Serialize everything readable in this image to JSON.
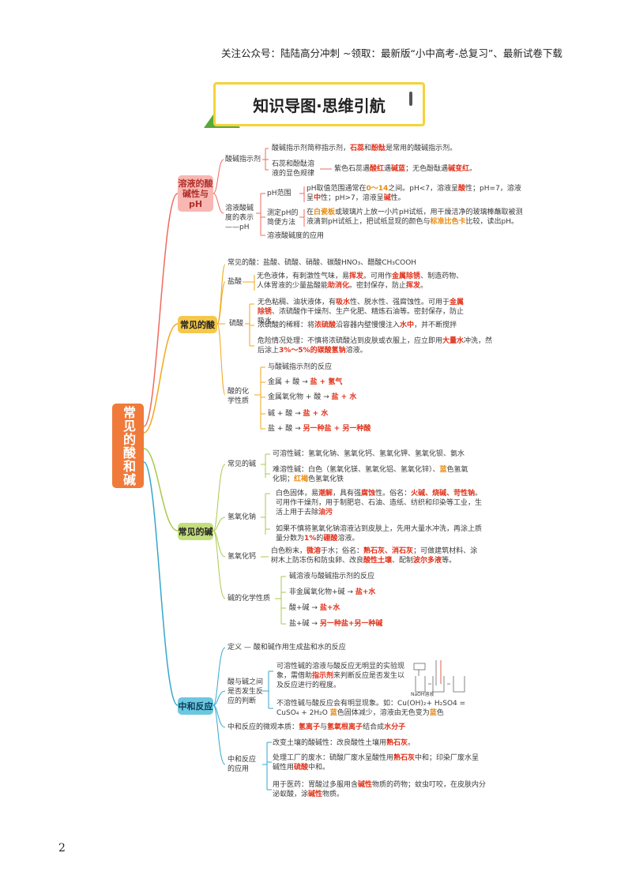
{
  "header": {
    "text": "关注公众号：陆陆高分冲刺  ~领取：最新版“小中高考-总复习”、最新试卷下载"
  },
  "title": "知识导图·思维引航",
  "root": "常见的酸和碱",
  "page_number": "2",
  "colors": {
    "pink": "#f8b7b2",
    "yellow": "#f6c84a",
    "green": "#c4de7d",
    "blue": "#6cc7e0",
    "root": "#f07a3a",
    "highlight_red": "#e1321b"
  },
  "branch1": {
    "label": "溶液的酸碱性与pH",
    "indicator": {
      "label": "酸碱指示剂",
      "line1": "酸碱指示剂简称指示剂，石蕊和酚酞是常用的酸碱指示剂。",
      "sub_label": "石蕊和酚酞溶液的显色规律",
      "sub_text": "紫色石蕊遇酸红遇碱蓝；无色酚酞遇碱变红。"
    },
    "ph": {
      "label": "溶液酸碱度的表示——pH",
      "range_label": "pH范围",
      "range_text": "pH取值范围通常在0～14之间。pH<7，溶液呈酸性；pH=7，溶液呈中性；pH>7，溶液呈碱性。",
      "method_label": "测定pH的简便方法",
      "method_text": "在白瓷板或玻璃片上放一小片pH试纸，用干燥洁净的玻璃棒蘸取被测液滴到pH试纸上，把试纸显现的颜色与标准比色卡比较，读出pH。",
      "application": "溶液酸碱度的应用"
    }
  },
  "branch2": {
    "label": "常见的酸",
    "common": "常见的酸：盐酸、硫酸、硝酸、碳酸HNO₃、醋酸CH₃COOH",
    "hcl_label": "盐酸",
    "hcl_text": "无色液体，有刺激性气味，易挥发。可用作金属除锈、制造药物、人体胃液的少量盐酸能助消化。密封保存，防止挥发。",
    "h2so4_label": "硫酸",
    "h2so4_text": "无色粘稠、油状液体，有吸水性、脱水性、强腐蚀性。可用于金属除锈、浓硫酸作干燥剂、生产化肥、精炼石油等。密封保存，防止吸水。",
    "dilute": "浓硫酸的稀释：将浓硫酸沿容器内壁慢慢注入水中，并不断搅拌",
    "emergency": "危险情况处理：不慎将浓硫酸沾到皮肤或衣服上，应立即用大量水冲洗，然后涂上3%～5%的碳酸氢钠溶液。",
    "props_label": "酸的化学性质",
    "props": [
      "与酸碱指示剂的反应",
      "金属 + 酸 → 盐 + 氢气",
      "金属氧化物 + 酸 → 盐 + 水",
      "碱 + 酸 → 盐 + 水",
      "盐 + 酸 → 另一种盐 + 另一种酸"
    ]
  },
  "branch3": {
    "label": "常见的碱",
    "common_label": "常见的碱",
    "soluble": "可溶性碱：氢氧化钠、氢氧化钙、氢氧化钾、氢氧化钡、氨水",
    "insoluble": "难溶性碱：白色（氢氧化镁、氢氧化铝、氢氧化锌）、蓝色氢氧化铜；红褐色氢氧化铁",
    "naoh_label": "氢氧化钠",
    "naoh_text": "白色固体，易潮解，具有强腐蚀性。俗名：火碱、烧碱、苛性钠。可用作干燥剂，用于制肥皂、石油、造纸、纺织和印染等工业，生活上用于去除油污",
    "naoh_emergency": "如果不慎将氢氧化钠溶液沾到皮肤上，先用大量水冲洗，再涂上质量分数为1%的硼酸溶液。",
    "caoh_label": "氢氧化钙",
    "caoh_text": "白色粉末，微溶于水；俗名：熟石灰、消石灰；可做建筑材料、涂树木上防冻伤和防虫卵、改良酸性土壤、配制波尔多液等。",
    "props_label": "碱的化学性质",
    "props": [
      "碱溶液与酸碱指示剂的反应",
      "非金属氧化物+碱 → 盐+水",
      "酸+碱 → 盐+水",
      "盐+碱 → 另一种盐+另一种碱"
    ]
  },
  "branch4": {
    "label": "中和反应",
    "definition": "定义 — 酸和碱作用生成盐和水的反应",
    "judge_label": "酸与碱之间是否发生反应的判断",
    "judge_text1": "可溶性碱的溶液与酸反应无明显的实验现象，需借助指示剂来判断反应是否发生以及反应进行的程度。",
    "judge_text2": "不溶性碱与酸反应会有明显现象。如：Cu(OH)₂+ H₂SO4 = CuSO₄ + 2H₂O  蓝色固体减少，溶液由无色变为蓝色",
    "micro": "中和反应的微观本质：氢离子与氢氧根离子结合成水分子",
    "app_label": "中和反应的应用",
    "apps": [
      "改变土壤的酸碱性：改良酸性土壤用熟石灰。",
      "处理工厂的废水：硫酸厂废水呈酸性用熟石灰中和；印染厂废水呈碱性用硫酸中和。",
      "用于医药：胃酸过多服用含碱性物质的药物；蚊虫叮咬，在皮肤内分泌蚁酸，涂碱性物质。"
    ],
    "fig_caption": "NaOH溶液"
  }
}
